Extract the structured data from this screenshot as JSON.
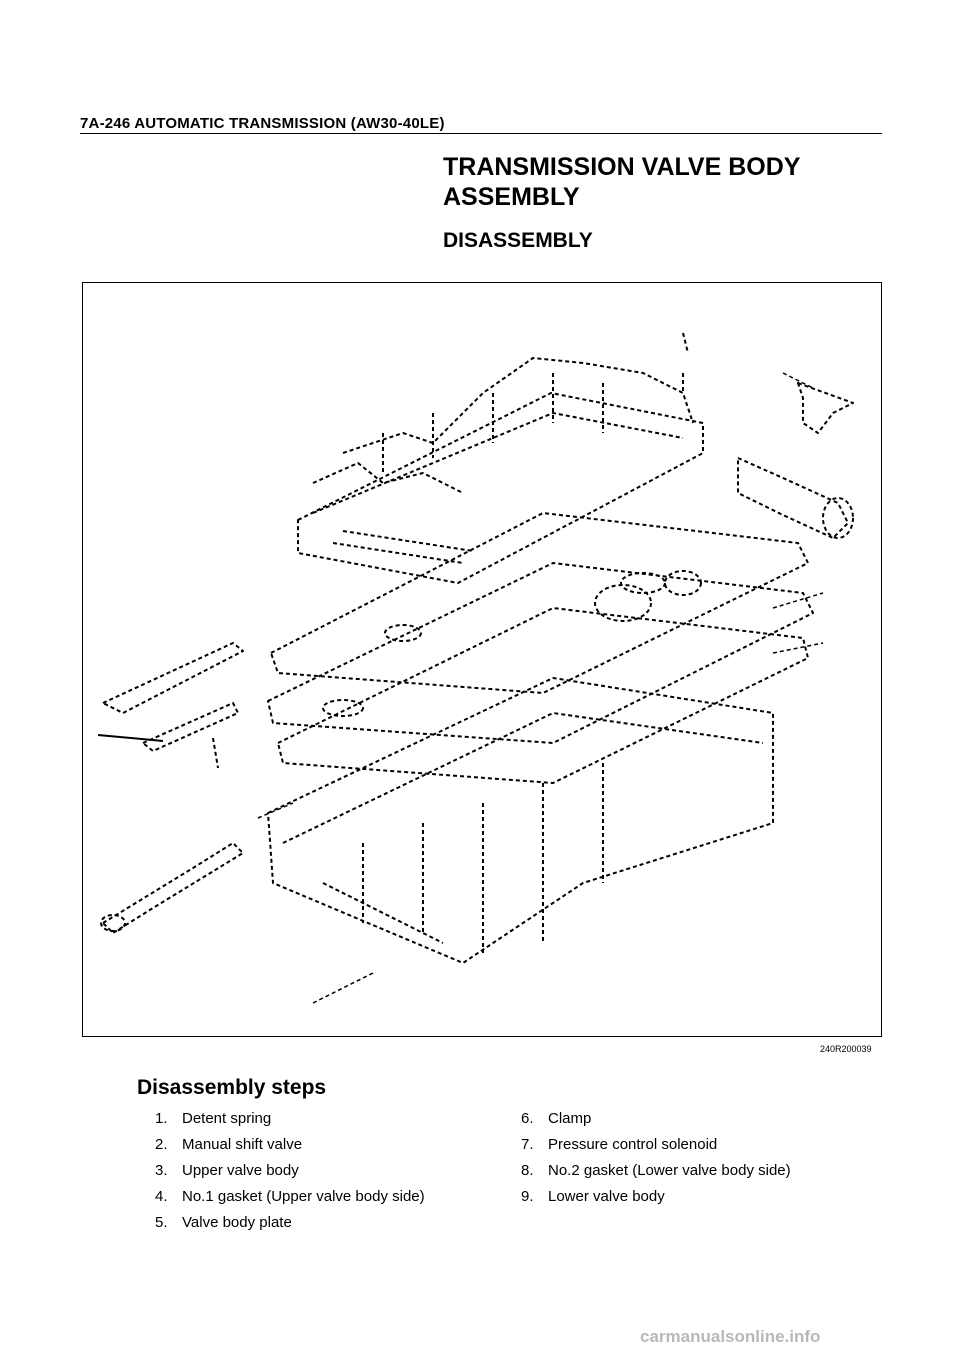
{
  "header": {
    "text": "7A-246  AUTOMATIC TRANSMISSION (AW30-40LE)"
  },
  "section": {
    "title": "TRANSMISSION VALVE BODY ASSEMBLY",
    "subtitle": "DISASSEMBLY"
  },
  "figure": {
    "code": "240R200039"
  },
  "steps": {
    "heading": "Disassembly steps",
    "left": [
      {
        "num": "1.",
        "label": "Detent spring"
      },
      {
        "num": "2.",
        "label": "Manual shift valve"
      },
      {
        "num": "3.",
        "label": "Upper valve body"
      },
      {
        "num": "4.",
        "label": "No.1 gasket (Upper valve body side)"
      },
      {
        "num": "5.",
        "label": "Valve body plate"
      }
    ],
    "right": [
      {
        "num": "6.",
        "label": "Clamp"
      },
      {
        "num": "7.",
        "label": "Pressure control solenoid"
      },
      {
        "num": "8.",
        "label": "No.2 gasket (Lower valve body side)"
      },
      {
        "num": "9.",
        "label": "Lower valve body"
      }
    ]
  },
  "footer": {
    "text": "carmanualsonline.info"
  }
}
